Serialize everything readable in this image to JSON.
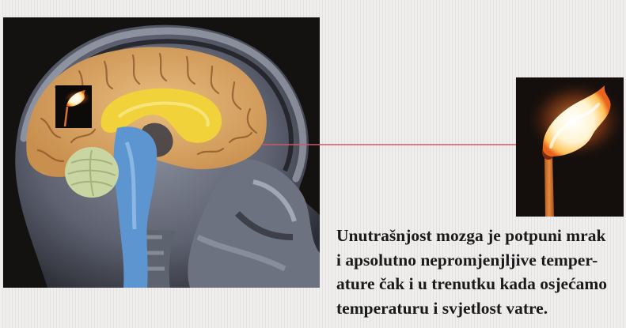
{
  "caption": {
    "lines": [
      "Unutrašnjost mozga je potpuni mrak",
      "i apsolutno nepromjenjljive temper-",
      "ature čak i u trenutku kada osjećamo",
      "temperaturu i svjetlost vatre."
    ]
  },
  "colors": {
    "background": "#ecebea",
    "scan_background": "#131211",
    "brain": "#d9a96a",
    "corpus_callosum": "#f2d23a",
    "brainstem": "#5c95cf",
    "cerebellum": "#c9d6a3",
    "pointer_line": "#c95a6a",
    "flame": "#fff6dc",
    "match_stick": "#d8702c"
  },
  "icons": [
    "brain-scan-image",
    "flame-inset-icon",
    "match-flame-icon"
  ]
}
